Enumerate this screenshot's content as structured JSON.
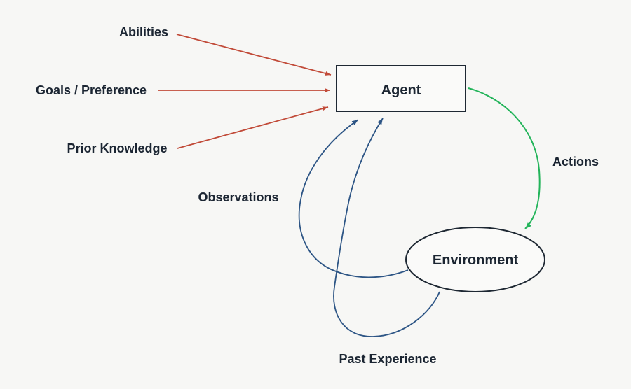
{
  "diagram": {
    "background_color": "#f7f7f5",
    "text_color": "#1b2532",
    "colors": {
      "input_arrow": "#c14a38",
      "feedback_arrow": "#2d5585",
      "action_arrow": "#23b45a",
      "node_outline": "#1e2833"
    },
    "nodes": {
      "agent": {
        "label": "Agent",
        "shape": "rectangle"
      },
      "environment": {
        "label": "Environment",
        "shape": "ellipse"
      }
    },
    "inputs": {
      "abilities": {
        "label": "Abilities",
        "target": "agent"
      },
      "goals": {
        "label": "Goals / Preference",
        "target": "agent"
      },
      "prior_knowledge": {
        "label": "Prior Knowledge",
        "target": "agent"
      }
    },
    "edges": {
      "actions": {
        "label": "Actions",
        "from": "agent",
        "to": "environment"
      },
      "observations": {
        "label": "Observations",
        "from": "environment",
        "to": "agent"
      },
      "past_experience": {
        "label": "Past Experience",
        "from": "environment",
        "to": "agent"
      }
    }
  }
}
